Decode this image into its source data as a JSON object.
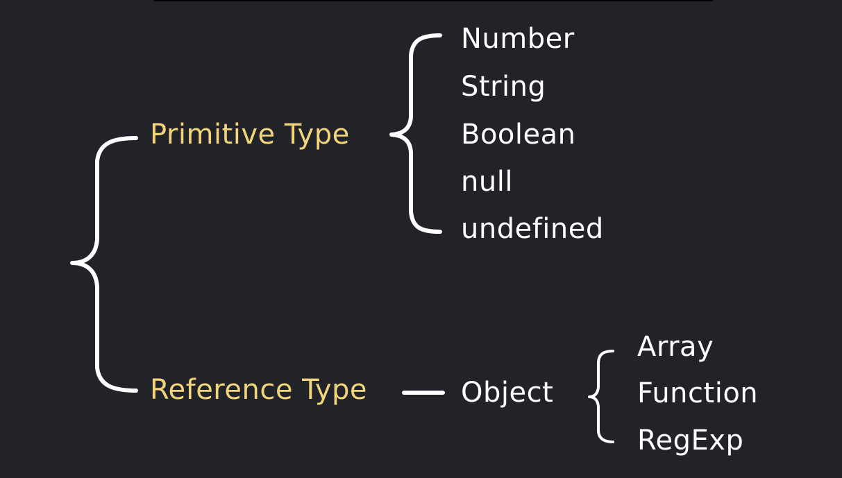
{
  "categories": {
    "primitive": "Primitive Type",
    "reference": "Reference Type"
  },
  "primitive_types": [
    "Number",
    "String",
    "Boolean",
    "null",
    "undefined"
  ],
  "reference": {
    "base": "Object",
    "subtypes": [
      "Array",
      "Function",
      "RegExp"
    ]
  },
  "colors": {
    "background": "#212329",
    "category_text": "#f2d47a",
    "item_text": "#ffffff",
    "bracket": "#ffffff"
  }
}
